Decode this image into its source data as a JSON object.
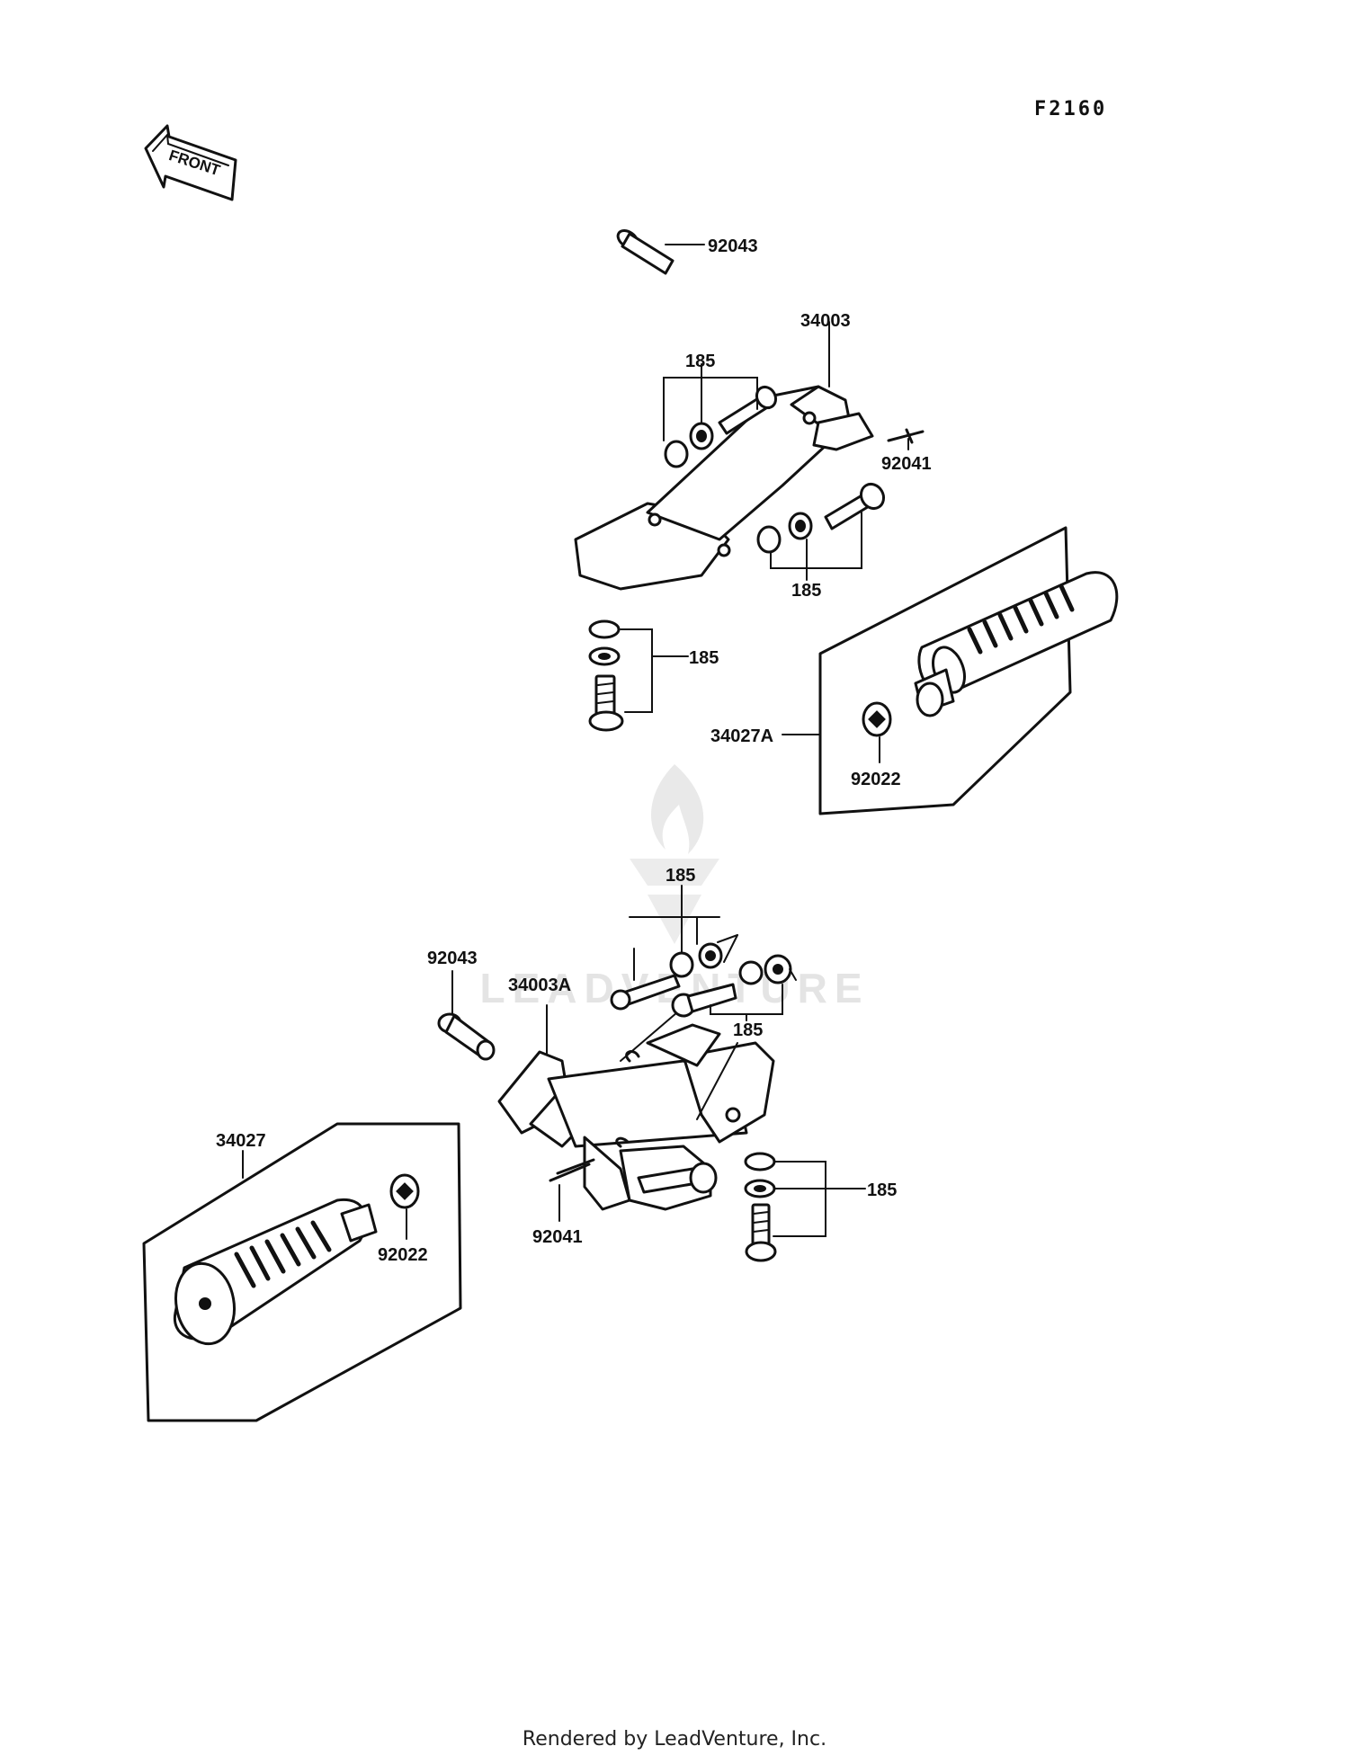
{
  "diagram_code": "F2160",
  "direction_label": "FRONT",
  "watermark": {
    "text": "LEADVENTURE"
  },
  "footer": "Rendered by LeadVenture, Inc.",
  "callouts": {
    "upper_92043": "92043",
    "upper_34003": "34003",
    "upper_185_a": "185",
    "upper_92041": "92041",
    "upper_185_b": "185",
    "upper_185_c": "185",
    "upper_34027A": "34027A",
    "upper_92022": "92022",
    "lower_185_a": "185",
    "lower_92043": "92043",
    "lower_34003A": "34003A",
    "lower_185_b": "185",
    "lower_34027": "34027",
    "lower_185_c": "185",
    "lower_92022": "92022",
    "lower_92041": "92041"
  }
}
